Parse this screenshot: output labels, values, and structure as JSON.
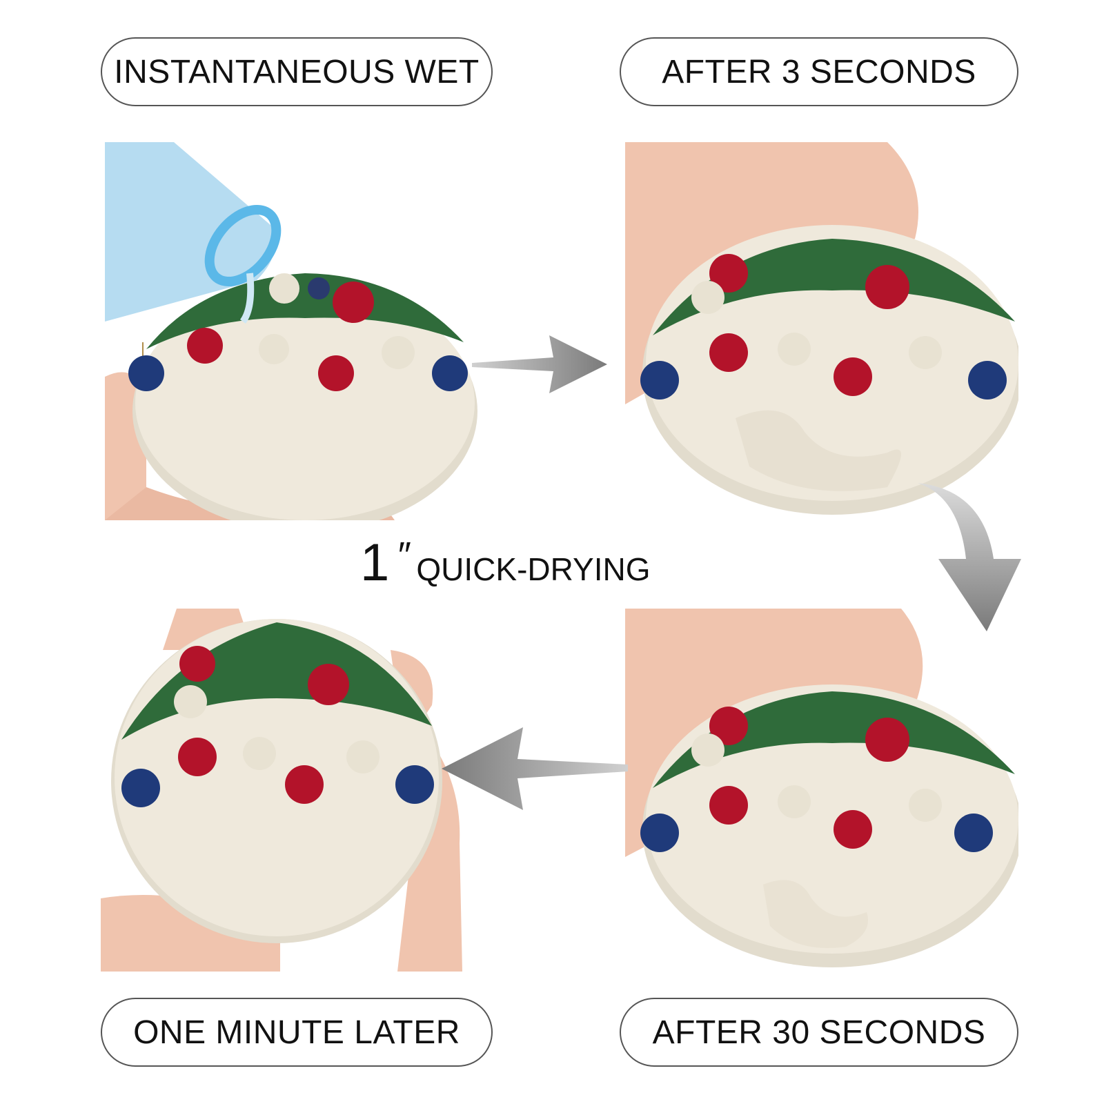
{
  "labels": {
    "top_left": "INSTANTANEOUS WET",
    "top_right": "AFTER 3 SECONDS",
    "bottom_left": "ONE MINUTE LATER",
    "bottom_right": "AFTER 30 SECONDS"
  },
  "center": {
    "number": "1",
    "mark": "″",
    "text": "QUICK-DRYING"
  },
  "colors": {
    "coaster": "#efe9dc",
    "skin": "#f0c4ae",
    "ornament_red": "#b3132a",
    "ornament_blue": "#1f3a7a",
    "ornament_cream": "#e8e2d2",
    "arrow": "#8a8a8a",
    "bottle": "#5bb8e8"
  }
}
